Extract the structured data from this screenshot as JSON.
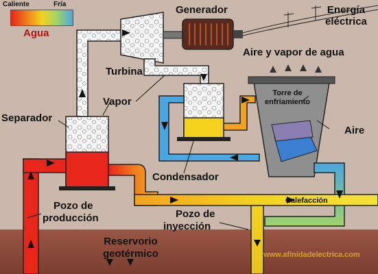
{
  "legend": {
    "hot": "Caliente",
    "cold": "Fría",
    "water": "Agua",
    "gradient_colors": [
      "#e8261a",
      "#f07a1c",
      "#f3d21e",
      "#9fd36a",
      "#4aa6e0"
    ]
  },
  "labels": {
    "generator": "Generador",
    "electric_energy_line1": "Energía",
    "electric_energy_line2": "eléctrica",
    "air_vapor": "Aire y vapor de agua",
    "turbine": "Turbina",
    "vapor": "Vapor",
    "cooling_tower_line1": "Torre de",
    "cooling_tower_line2": "enfriamiento",
    "separator": "Separador",
    "air": "Aire",
    "condenser": "Condensador",
    "heating": "Calefacción",
    "production_well_line1": "Pozo de",
    "production_well_line2": "producción",
    "injection_well_line1": "Pozo de",
    "injection_well_line2": "inyección",
    "reservoir_line1": "Reservorio",
    "reservoir_line2": "geotérmico",
    "watermark": "www.afinidadelectrica.com"
  },
  "colors": {
    "background": "#cbb8ad",
    "ground": "#8b4a3a",
    "hot": "#e8261a",
    "warm": "#f3a21e",
    "yellow": "#f3d21e",
    "cold": "#4aa6e0",
    "steam": "#f4f4f4",
    "tower": "#8f8f8f"
  }
}
